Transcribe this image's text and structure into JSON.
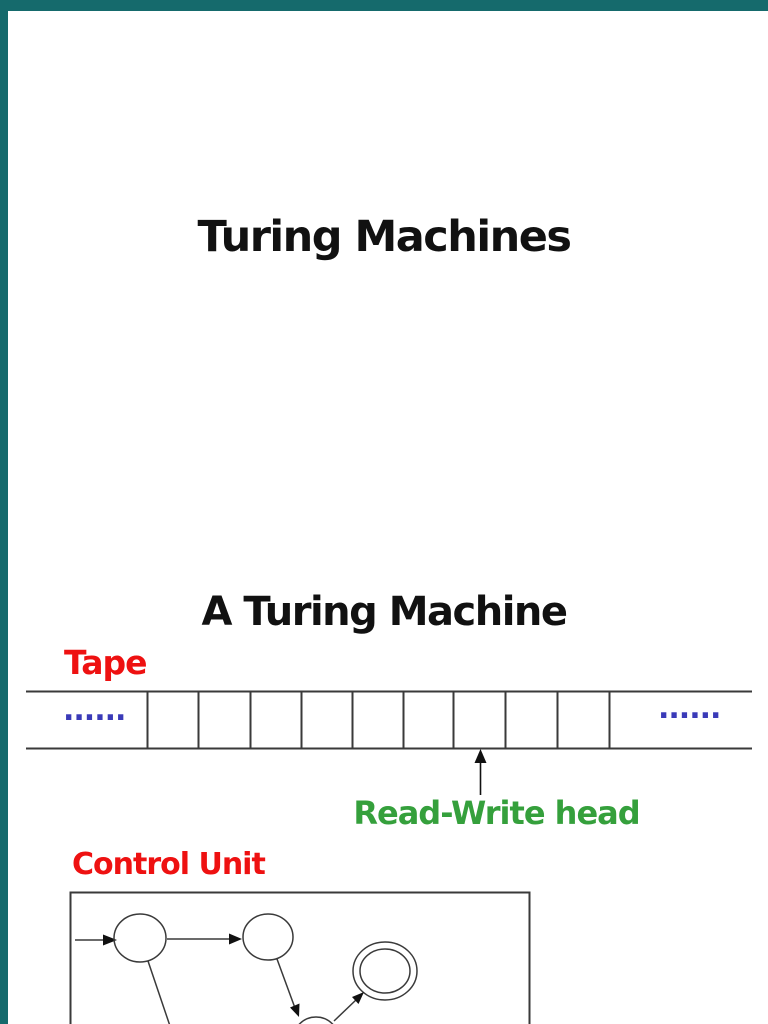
{
  "viewer": {
    "background_color": "#156a6c"
  },
  "slide_top": {
    "title": "Turing Machines"
  },
  "slide_bottom": {
    "heading": "A Turing Machine",
    "tape": {
      "label": "Tape",
      "dots_left": "......",
      "dots_right": "......",
      "cell_count": 9
    },
    "read_write_head": {
      "label": "Read-Write head"
    },
    "control_unit": {
      "label": "Control Unit",
      "diagram": {
        "state_circles": 4,
        "accepting_state_circles": 1,
        "has_start_arrow": true
      }
    },
    "colors": {
      "label_red": "#ee1111",
      "head_green": "#35a03c",
      "dots_blue": "#3a3ab8",
      "line_color": "#3a3a3a"
    }
  }
}
